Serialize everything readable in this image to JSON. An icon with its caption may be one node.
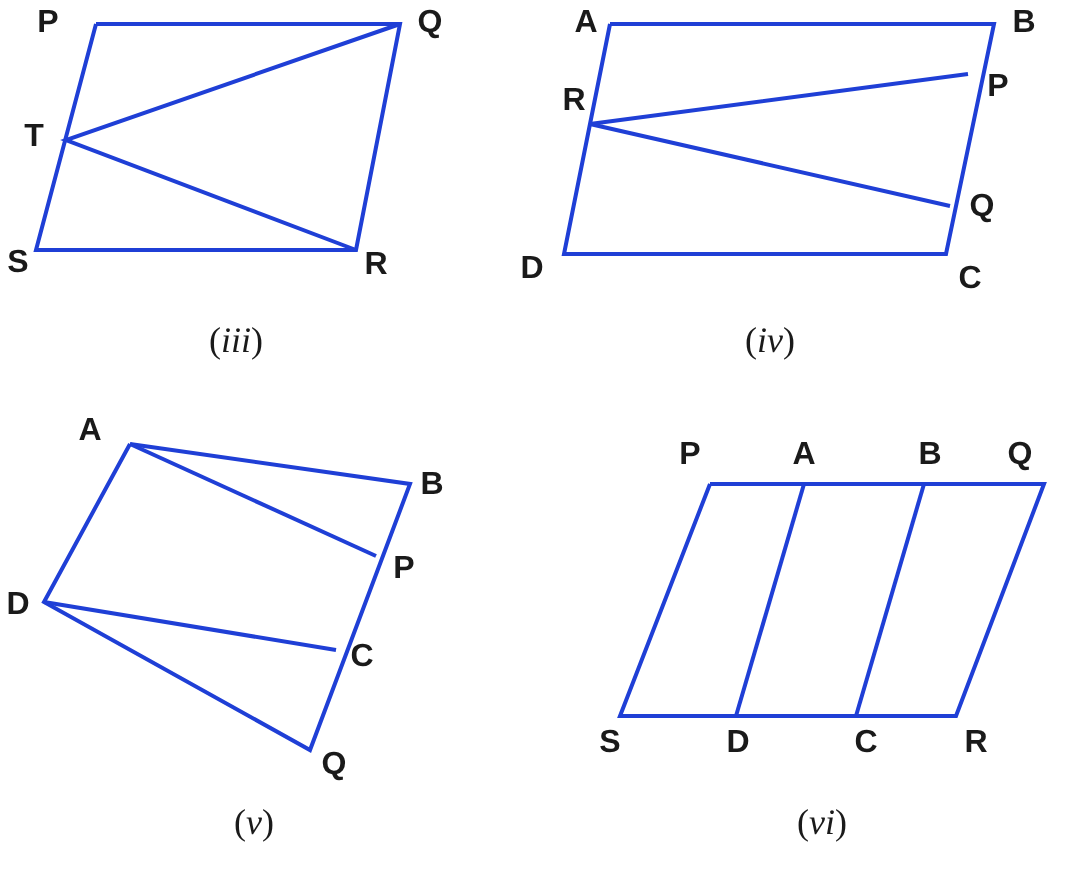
{
  "diagram": {
    "labels": [
      "P",
      "Q",
      "T",
      "S",
      "R",
      "(*iii*)",
      "A",
      "B",
      "R",
      "P",
      "Q",
      "D",
      "C",
      "(*iv*)",
      "A",
      "B",
      "P",
      "D",
      "C",
      "Q",
      "(*v*)",
      "P",
      "A",
      "B",
      "Q",
      "S",
      "D",
      "C",
      "R",
      "(*vi*)"
    ]
  }
}
